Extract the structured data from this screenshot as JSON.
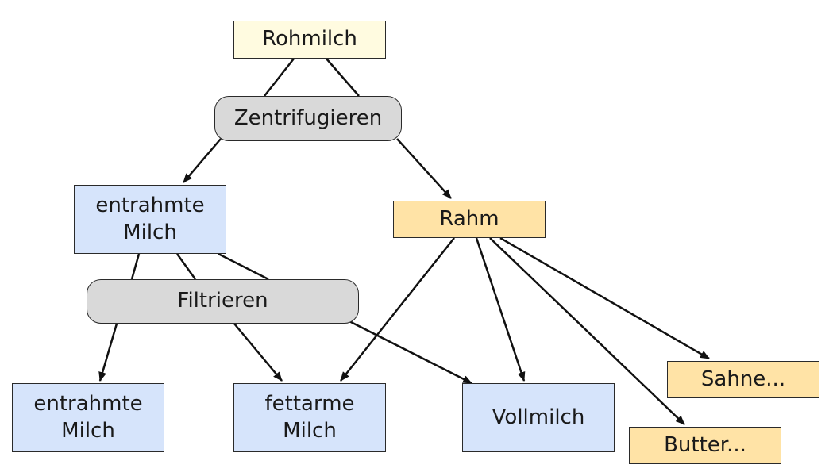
{
  "colors": {
    "raw": "#FFFBE0",
    "process": "#D9D9D9",
    "milk": "#D6E4FB",
    "cream": "#FFE3A6",
    "edge": "#111111"
  },
  "nodes": {
    "rohmilch": "Rohmilch",
    "zentrifugieren": "Zentrifugieren",
    "entrahmte_milch_top": "entrahmte\nMilch",
    "rahm": "Rahm",
    "filtrieren": "Filtrieren",
    "entrahmte_milch_bottom": "entrahmte\nMilch",
    "fettarme_milch": "fettarme\nMilch",
    "vollmilch": "Vollmilch",
    "sahne": "Sahne...",
    "butter": "Butter..."
  },
  "edges": [
    {
      "from": "rohmilch",
      "to": "zentrifugieren",
      "arrow": false
    },
    {
      "from": "zentrifugieren",
      "to": "entrahmte_milch_top",
      "arrow": true
    },
    {
      "from": "zentrifugieren",
      "to": "rahm",
      "arrow": true
    },
    {
      "from": "entrahmte_milch_top",
      "to": "filtrieren",
      "arrow": false
    },
    {
      "from": "filtrieren",
      "to": "entrahmte_milch_bottom",
      "arrow": true
    },
    {
      "from": "filtrieren",
      "to": "fettarme_milch",
      "arrow": true
    },
    {
      "from": "filtrieren",
      "to": "vollmilch",
      "arrow": true
    },
    {
      "from": "rahm",
      "to": "fettarme_milch",
      "arrow": true
    },
    {
      "from": "rahm",
      "to": "vollmilch",
      "arrow": true
    },
    {
      "from": "rahm",
      "to": "sahne",
      "arrow": true
    },
    {
      "from": "rahm",
      "to": "butter",
      "arrow": true
    }
  ]
}
